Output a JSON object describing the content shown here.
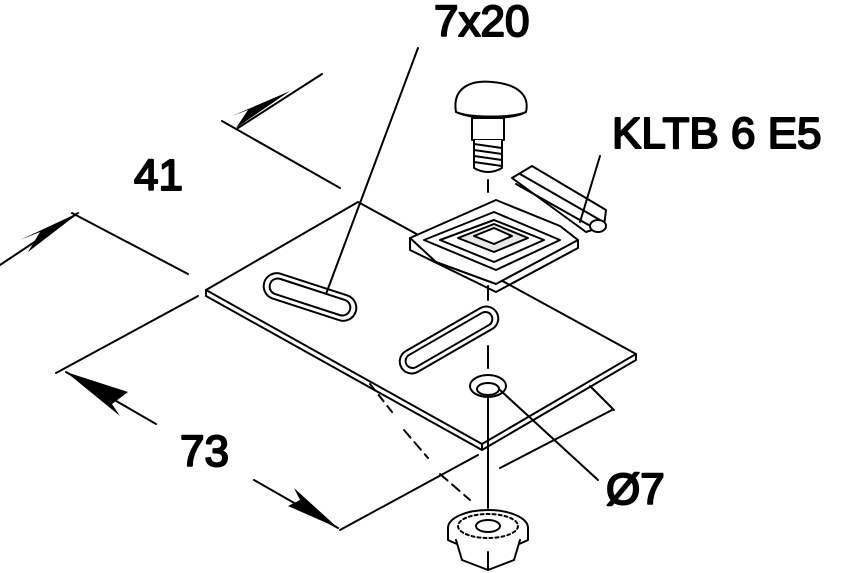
{
  "labels": {
    "slot_size": "7x20",
    "width_dim": "41",
    "length_dim": "73",
    "part_number": "KLTB 6 E5",
    "hole_dia": "Ø7"
  },
  "colors": {
    "ink": "#000000",
    "paper": "#ffffff",
    "shade": "#e8e8e8"
  }
}
